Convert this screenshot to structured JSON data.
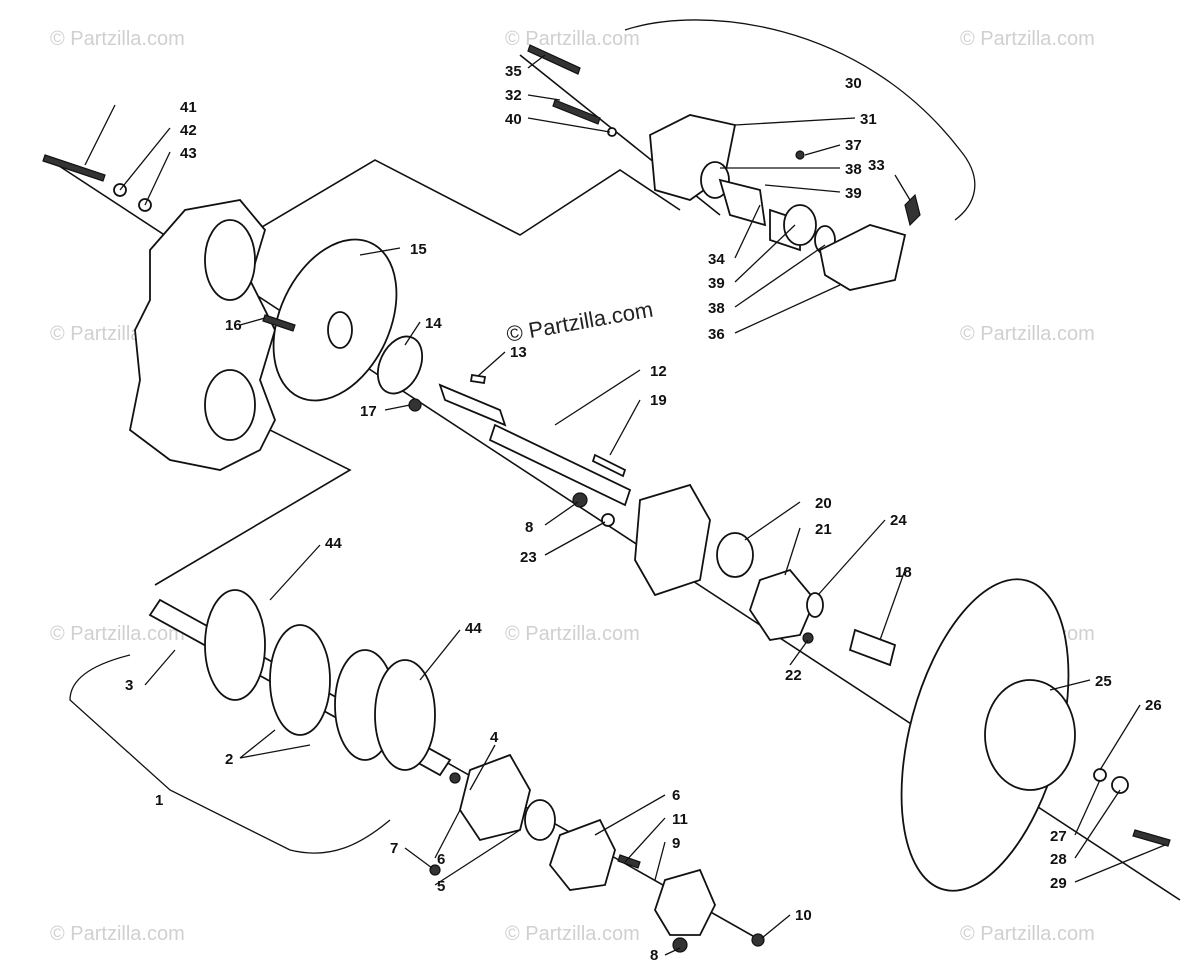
{
  "watermark": "© Partzilla.com",
  "callouts": {
    "c1": "1",
    "c2": "2",
    "c3": "3",
    "c4": "4",
    "c5": "5",
    "c6a": "6",
    "c6b": "6",
    "c7": "7",
    "c8a": "8",
    "c8b": "8",
    "c9": "9",
    "c10": "10",
    "c11": "11",
    "c12": "12",
    "c13": "13",
    "c14": "14",
    "c15": "15",
    "c16": "16",
    "c17": "17",
    "c18": "18",
    "c19": "19",
    "c20": "20",
    "c21": "21",
    "c22": "22",
    "c23": "23",
    "c24": "24",
    "c25": "25",
    "c26": "26",
    "c27": "27",
    "c28": "28",
    "c29": "29",
    "c30": "30",
    "c31": "31",
    "c32": "32",
    "c33": "33",
    "c34": "34",
    "c35": "35",
    "c36": "36",
    "c37": "37",
    "c38a": "38",
    "c38b": "38",
    "c39a": "39",
    "c39b": "39",
    "c40": "40",
    "c41": "41",
    "c42": "42",
    "c43": "43",
    "c44a": "44",
    "c44b": "44"
  }
}
